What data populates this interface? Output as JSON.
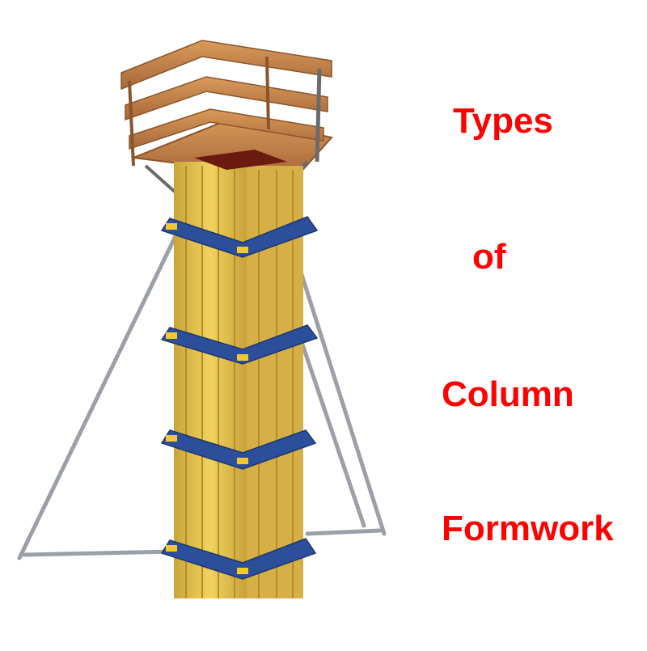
{
  "caption": {
    "line1": "Types",
    "line2": "of",
    "line3": "Column",
    "line4": "Formwork"
  },
  "colors": {
    "caption": "#ff0000",
    "panel_yellow": "#e8c64a",
    "clamp_blue": "#2b4f9a",
    "platform_wood": "#c8874a",
    "steel_prop": "#9aa0a6"
  }
}
